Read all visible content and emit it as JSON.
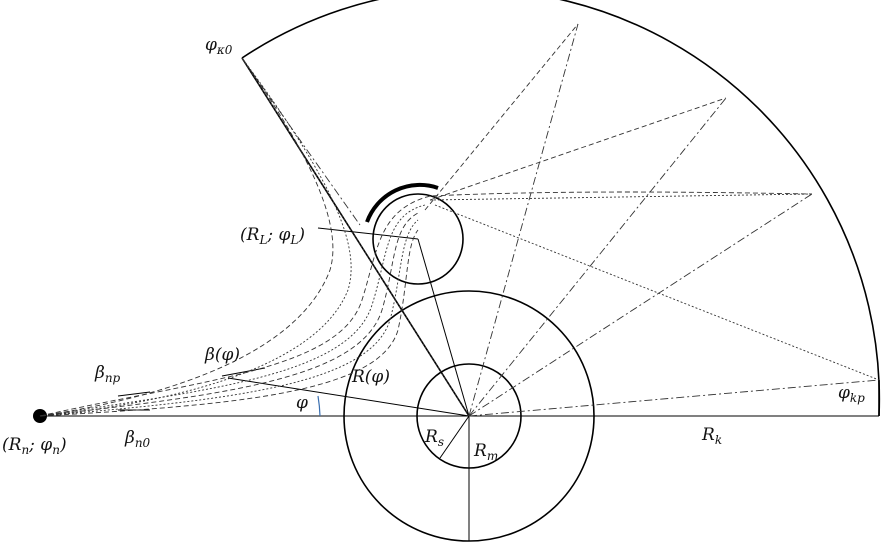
{
  "labels": {
    "phi_k0": "φ",
    "phi_k0_sub": "κ0",
    "phi_kp": "φ",
    "phi_kp_sub": "kp",
    "rl_phil": "(R",
    "rl_phil_sub1": "L",
    "rl_phil_mid": "; φ",
    "rl_phil_sub2": "L",
    "rl_phil_end": ")",
    "beta_phi": "β(φ)",
    "r_phi": "R(φ)",
    "beta_np": "β",
    "beta_np_sub": "np",
    "beta_n0": "β",
    "beta_n0_sub": "n0",
    "phi": "φ",
    "rn_phin": "(R",
    "rn_phin_sub1": "n",
    "rn_phin_mid": "; φ",
    "rn_phin_sub2": "n",
    "rn_phin_end": ")",
    "rs": "R",
    "rs_sub": "s",
    "rm": "R",
    "rm_sub": "m",
    "rk": "R",
    "rk_sub": "k"
  }
}
